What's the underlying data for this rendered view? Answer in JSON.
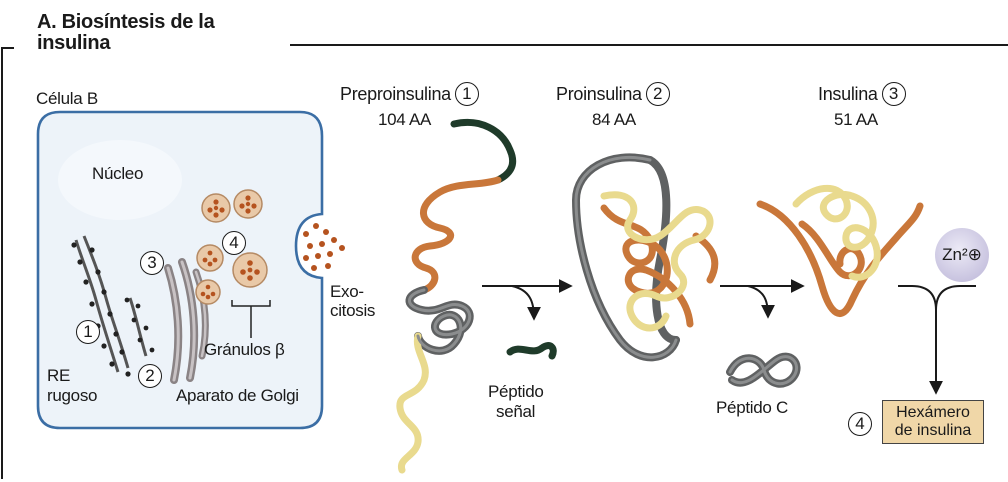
{
  "title": "A. Biosíntesis de la insulina",
  "cell": {
    "label": "Célula B",
    "nucleus": "Núcleo",
    "rer_line1": "RE",
    "rer_line2": "rugoso",
    "golgi": "Aparato de Golgi",
    "granules": "Gránulos β",
    "exocytosis_line1": "Exo-",
    "exocytosis_line2": "citosis",
    "markers": [
      "1",
      "2",
      "3",
      "4"
    ]
  },
  "stages": [
    {
      "name": "Preproinsulina",
      "marker": "1",
      "length": "104 AA"
    },
    {
      "name": "Proinsulina",
      "marker": "2",
      "length": "84 AA"
    },
    {
      "name": "Insulina",
      "marker": "3",
      "length": "51 AA"
    }
  ],
  "products": {
    "signal_peptide_line1": "Péptido",
    "signal_peptide_line2": "señal",
    "c_peptide": "Péptido C",
    "zinc": "Zn²⊕",
    "hexamer_marker": "4",
    "hexamer_line1": "Hexámero",
    "hexamer_line2": "de insulina"
  },
  "colors": {
    "signal": "#1f3b2a",
    "b_chain": "#c9773a",
    "c_peptide": "#5f6162",
    "a_chain": "#e9da8e",
    "granule": "#e9c9a8",
    "granule_dot": "#b5531f",
    "cell_border": "#3b6ea5"
  }
}
